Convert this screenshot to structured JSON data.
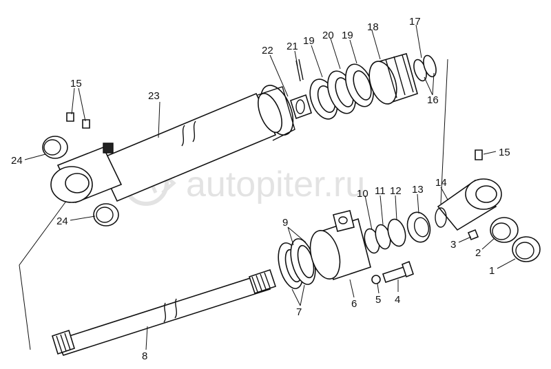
{
  "watermark": {
    "text": "autopiter.ru",
    "icon": "autopiter-logo-icon"
  },
  "callouts": {
    "c1": "1",
    "c2": "2",
    "c3": "3",
    "c4": "4",
    "c5": "5",
    "c6": "6",
    "c7": "7",
    "c8": "8",
    "c9": "9",
    "c10": "10",
    "c11": "11",
    "c12": "12",
    "c13": "13",
    "c14": "14",
    "c15a": "15",
    "c15b": "15",
    "c16": "16",
    "c17": "17",
    "c18": "18",
    "c19a": "19",
    "c19b": "19",
    "c20": "20",
    "c21": "21",
    "c22": "22",
    "c23": "23",
    "c24a": "24",
    "c24b": "24"
  }
}
